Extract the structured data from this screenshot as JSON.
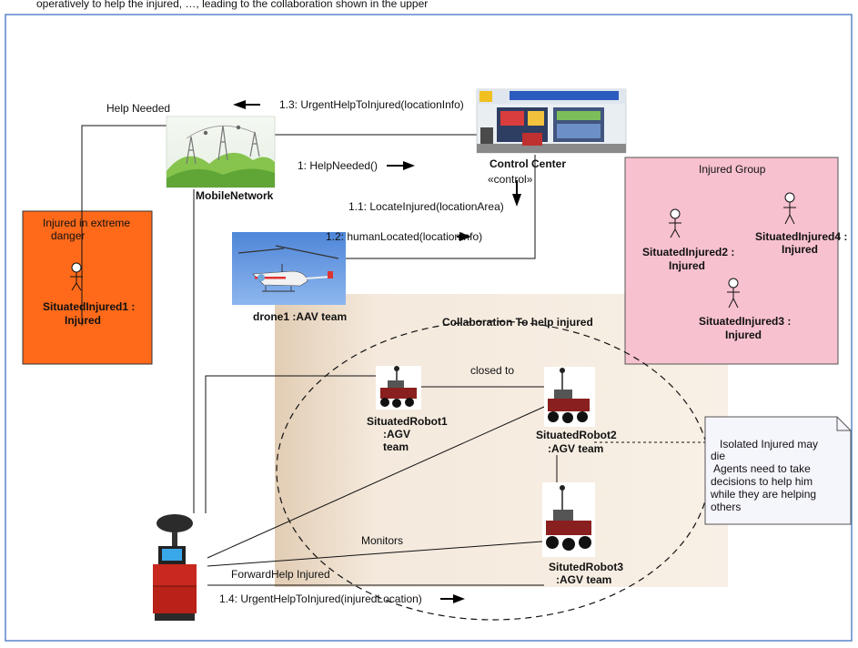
{
  "header_text": "operatively to help the injured, …, leading to the collaboration shown in the upper",
  "help_needed_label": "Help Needed",
  "mobile_network_label": "MobileNetwork",
  "control_center_label": "Control Center",
  "messages": {
    "m13": "1.3: UrgentHelpToInjured(locationInfo)",
    "m1": "1: HelpNeeded()",
    "control": "«control»",
    "m11": "1.1: LocateInjured(locationArea)",
    "m12": "1.2: humanLocated(locationInfo)",
    "m14": "1.4: UrgentHelpToInjured(injuredLocation)",
    "closed_to": "closed to",
    "monitors": "Monitors",
    "forward": "ForwardHelp Injured"
  },
  "extreme_danger": {
    "title_line1": "Injured in extreme",
    "title_line2": "danger",
    "actor_line1": "SituatedInjured1 :",
    "actor_line2": "Injured"
  },
  "injured_group": {
    "title": "Injured Group",
    "actor2_line1": "SituatedInjured2 :",
    "actor2_line2": "Injured",
    "actor3_line1": "SituatedInjured3 :",
    "actor3_line2": "Injured",
    "actor4_line1": "SituatedInjured4 :",
    "actor4_line2": "Injured"
  },
  "drone_label": "drone1 :AAV team",
  "collaboration_title": "Collaboration To help injured",
  "robots": {
    "r1_line1": "SituatedRobot1",
    "r1_line2": ":AGV",
    "r1_line3": "team",
    "r2_line1": "SituatedRobot2",
    "r2_line2": ":AGV team",
    "r3_line1": "SitutedRobot3",
    "r3_line2": ":AGV team"
  },
  "note": {
    "line1": "Isolated Injured may",
    "line2": "die",
    "line3": "Agents need to take",
    "line4": "decisions to help him",
    "line5": " while they are helping",
    "line6": "others"
  },
  "colors": {
    "frame_border": "#5a86c8",
    "extreme_box": "#ff6a1a",
    "group_box": "#f7c1cf",
    "collab_box": "#f4e9dc",
    "note_box": "#f5f5fc"
  }
}
